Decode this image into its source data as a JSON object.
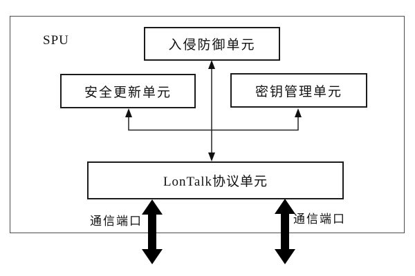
{
  "diagram": {
    "title_label": "SPU",
    "nodes": [
      {
        "id": "intrusion-prevention-unit",
        "label": "入侵防御单元"
      },
      {
        "id": "security-update-unit",
        "label": "安全更新单元"
      },
      {
        "id": "key-management-unit",
        "label": "密钥管理单元"
      },
      {
        "id": "lontalk-protocol-unit",
        "label": "LonTalk协议单元"
      }
    ],
    "port_labels": {
      "left": "通信端口",
      "right": "通信端口"
    },
    "connections": [
      {
        "from": "intrusion-prevention-unit",
        "to": "lontalk-protocol-unit",
        "type": "double-arrow-thin"
      },
      {
        "from": "lontalk-protocol-unit",
        "to": "security-update-unit",
        "type": "arrow"
      },
      {
        "from": "lontalk-protocol-unit",
        "to": "key-management-unit",
        "type": "arrow"
      },
      {
        "from": "lontalk-protocol-unit",
        "to": "external-port-left",
        "type": "double-arrow-thick"
      },
      {
        "from": "lontalk-protocol-unit",
        "to": "external-port-right",
        "type": "double-arrow-thick"
      }
    ],
    "colors": {
      "background": "#ffffff",
      "box_border": "#1a1a1a",
      "container_border": "#4a4a4a",
      "line": "#222222",
      "thick_arrow": "#000000",
      "text": "#111111"
    }
  }
}
